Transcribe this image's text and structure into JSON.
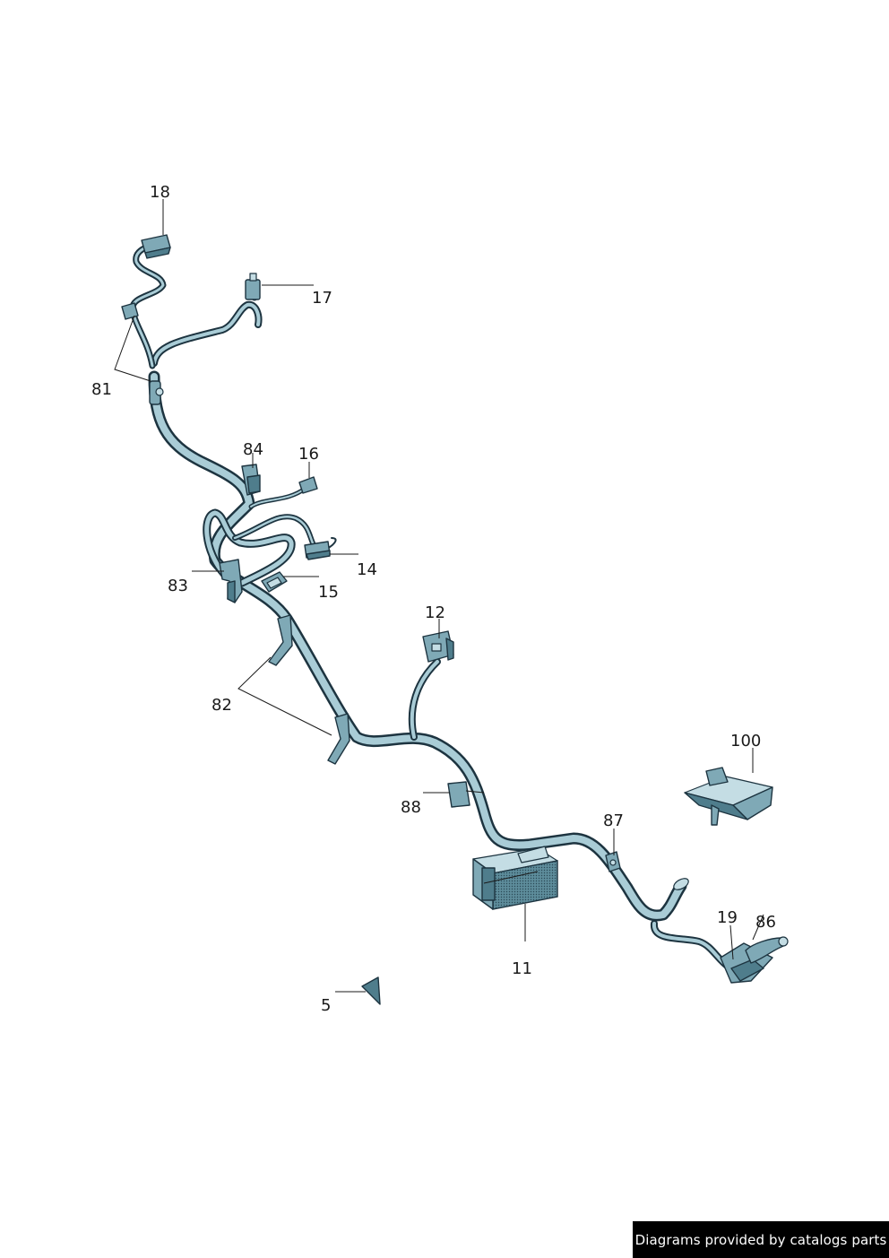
{
  "diagram": {
    "callouts": [
      {
        "id": "18",
        "label": "18"
      },
      {
        "id": "17",
        "label": "17"
      },
      {
        "id": "81",
        "label": "81"
      },
      {
        "id": "84",
        "label": "84"
      },
      {
        "id": "16",
        "label": "16"
      },
      {
        "id": "14",
        "label": "14"
      },
      {
        "id": "83",
        "label": "83"
      },
      {
        "id": "15",
        "label": "15"
      },
      {
        "id": "12",
        "label": "12"
      },
      {
        "id": "82",
        "label": "82"
      },
      {
        "id": "100",
        "label": "100"
      },
      {
        "id": "88",
        "label": "88"
      },
      {
        "id": "87",
        "label": "87"
      },
      {
        "id": "19",
        "label": "19"
      },
      {
        "id": "86",
        "label": "86"
      },
      {
        "id": "11",
        "label": "11"
      },
      {
        "id": "5",
        "label": "5"
      }
    ],
    "colors": {
      "outline": "#1d3440",
      "highlight": "#a9ccd6",
      "body": "#7fa9b6",
      "shadow": "#4f7d8c"
    }
  },
  "footer": {
    "credit": "Diagrams provided by catalogs parts"
  }
}
